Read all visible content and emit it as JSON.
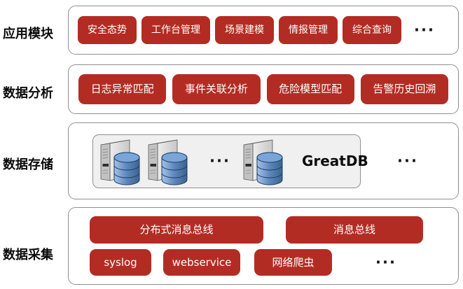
{
  "diagram": {
    "rows": {
      "app_modules": {
        "label": "应用模块",
        "buttons": [
          "安全态势",
          "工作台管理",
          "场景建模",
          "情报管理",
          "综合查询"
        ],
        "ellipsis": "···"
      },
      "data_analysis": {
        "label": "数据分析",
        "buttons": [
          "日志异常匹配",
          "事件关联分析",
          "危险模型匹配",
          "告警历史回溯"
        ]
      },
      "data_storage": {
        "label": "数据存储",
        "db_label": "GreatDB",
        "ellipsis_between": "···",
        "ellipsis_right": "···",
        "icons": [
          "server-database-icon",
          "server-database-icon",
          "server-database-icon"
        ]
      },
      "data_collection": {
        "label": "数据采集",
        "bus_buttons": [
          "分布式消息总线",
          "消息总线"
        ],
        "collector_buttons": [
          "syslog",
          "webservice",
          "网络爬虫"
        ],
        "ellipsis": "···"
      }
    },
    "colors": {
      "button_red": "#B32C23",
      "button_text": "#FFFFFF",
      "container_border": "#8F8F8F",
      "storage_box_fill": "#F0F0F0",
      "db_cylinder_blue": "#4F81BD",
      "label_text": "#0A0A0A"
    }
  }
}
